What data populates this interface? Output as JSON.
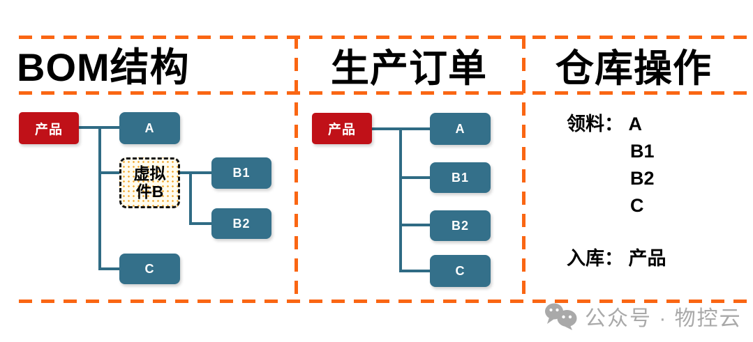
{
  "colors": {
    "accent_orange": "#FA6613",
    "node_teal": "#34708A",
    "node_red": "#C01118",
    "connector_teal": "#2F6B84",
    "virtual_fill": "#FFFCEE",
    "virtual_dot_orange": "#F2AE3C",
    "watermark_gray": "#A9A9A9"
  },
  "panels": {
    "bom": {
      "title": "BOM结构",
      "nodes": {
        "product": "产品",
        "a": "A",
        "virtual_line1": "虚拟",
        "virtual_line2": "件B",
        "b1": "B1",
        "b2": "B2",
        "c": "C"
      }
    },
    "order": {
      "title": "生产订单",
      "nodes": {
        "product": "产品",
        "a": "A",
        "b1": "B1",
        "b2": "B2",
        "c": "C"
      }
    },
    "warehouse": {
      "title": "仓库操作",
      "picking_label": "领料：",
      "picking_items": [
        "A",
        "B1",
        "B2",
        "C"
      ],
      "stockin_label": "入库：",
      "stockin_value": "产品"
    }
  },
  "watermark": {
    "icon": "wechat-icon",
    "text": "公众号 · 物控云"
  }
}
